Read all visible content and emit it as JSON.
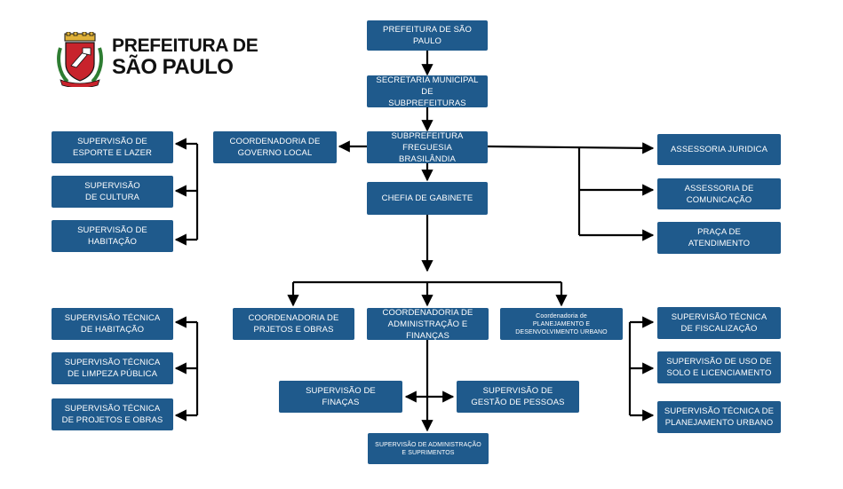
{
  "logo": {
    "line1": "PREFEITURA DE",
    "line2": "SÃO PAULO",
    "crest_icon": "sao-paulo-coat-of-arms",
    "colors": {
      "red": "#c8232c",
      "gold": "#e0b23a",
      "green": "#2e7d32",
      "dark": "#111111"
    }
  },
  "colors": {
    "box": "#1f5a8c",
    "line": "#000000"
  },
  "boxes": {
    "prefeitura": "PREFEITURA DE SÃO PAULO",
    "secretaria": "SECRETARIA MUNICIPAL DE\nSUBPREFEITURAS",
    "subprefeitura": "SUBPREFEITURA FREGUESIA\nBRASILÂNDIA",
    "chefia": "CHEFIA DE GABINETE",
    "coord_governo": "COORDENADORIA DE\nGOVERNO LOCAL",
    "sup_esporte": "SUPERVISÃO DE\nESPORTE E LAZER",
    "sup_cultura": "SUPERVISÃO\nDE CULTURA",
    "sup_habitacao": "SUPERVISÃO DE\nHABITAÇÃO",
    "assessoria_juridica": "ASSESSORIA JURIDICA",
    "assessoria_comunicacao": "ASSESSORIA DE\nCOMUNICAÇÃO",
    "praca_atendimento": "PRAÇA DE\nATENDIMENTO",
    "coord_projetos": "COORDENADORIA DE\nPRJETOS E OBRAS",
    "coord_administracao": "COORDENADORIA DE\nADMINISTRAÇÃO E FINANÇAS",
    "coord_planejamento": "Coordenadoria de\nPLANEJAMENTO E\nDESENVOLVIMENTO URBANO",
    "sup_tec_habitacao": "SUPERVISÃO TÉCNICA\nDE HABITAÇÃO",
    "sup_tec_limpeza": "SUPERVISÃO TÉCNICA\nDE LIMPEZA PÚBLICA",
    "sup_tec_projetos": "SUPERVISÃO TÉCNICA\nDE PROJETOS E OBRAS",
    "sup_tec_fiscalizacao": "SUPERVISÃO TÉCNICA\nDE FISCALIZAÇÃO",
    "sup_uso_solo": "SUPERVISÃO DE USO DE\nSOLO E LICENCIAMENTO",
    "sup_tec_planejamento": "SUPERVISÃO TÉCNICA DE\nPLANEJAMENTO URBANO",
    "sup_financas": "SUPERVISÃO DE\nFINAÇAS",
    "sup_gestao_pessoas": "SUPERVISÃO DE\nGESTÃO DE PESSOAS",
    "sup_adm_suprimentos": "SUPERVISÃO DE ADMINISTRAÇÃO\nE SUPRIMENTOS"
  }
}
